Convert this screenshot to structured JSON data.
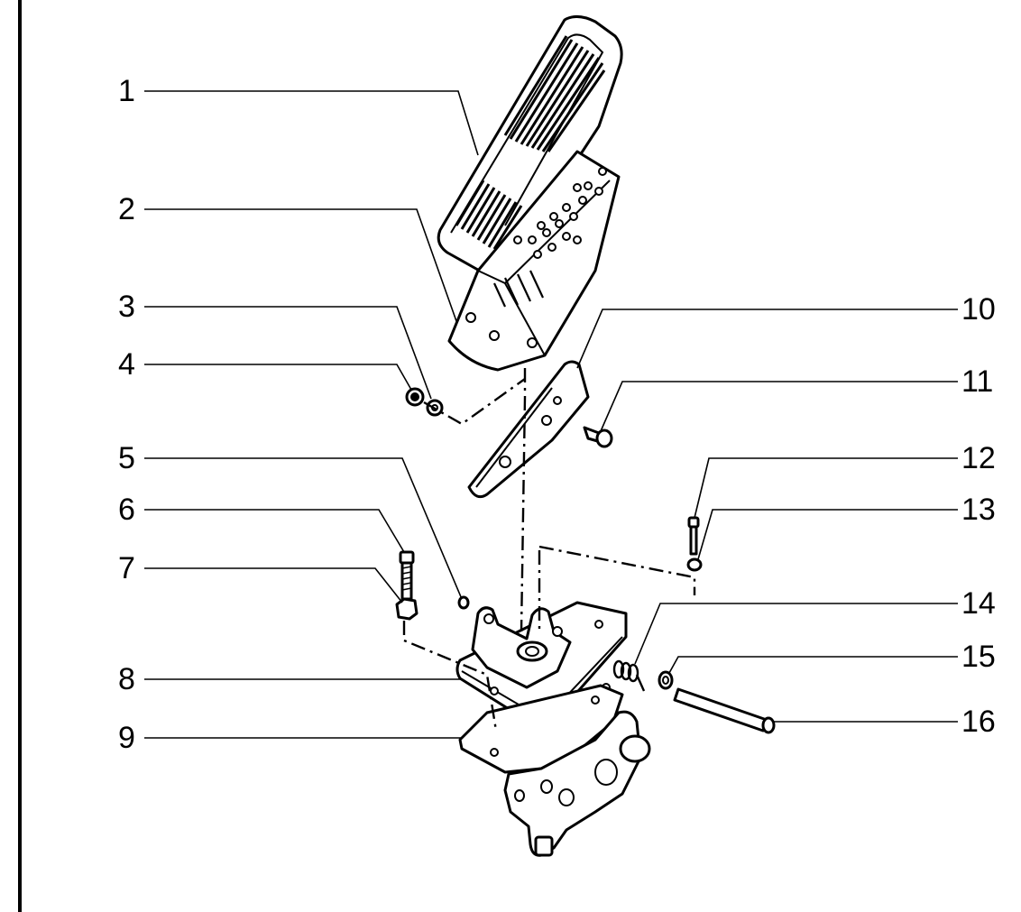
{
  "labels_left": [
    "1",
    "2",
    "3",
    "4",
    "5",
    "6",
    "7",
    "8",
    "9"
  ],
  "labels_right": [
    "10",
    "11",
    "12",
    "13",
    "14",
    "15",
    "16"
  ],
  "colors": {
    "ink": "#000000",
    "paper": "#ffffff"
  }
}
